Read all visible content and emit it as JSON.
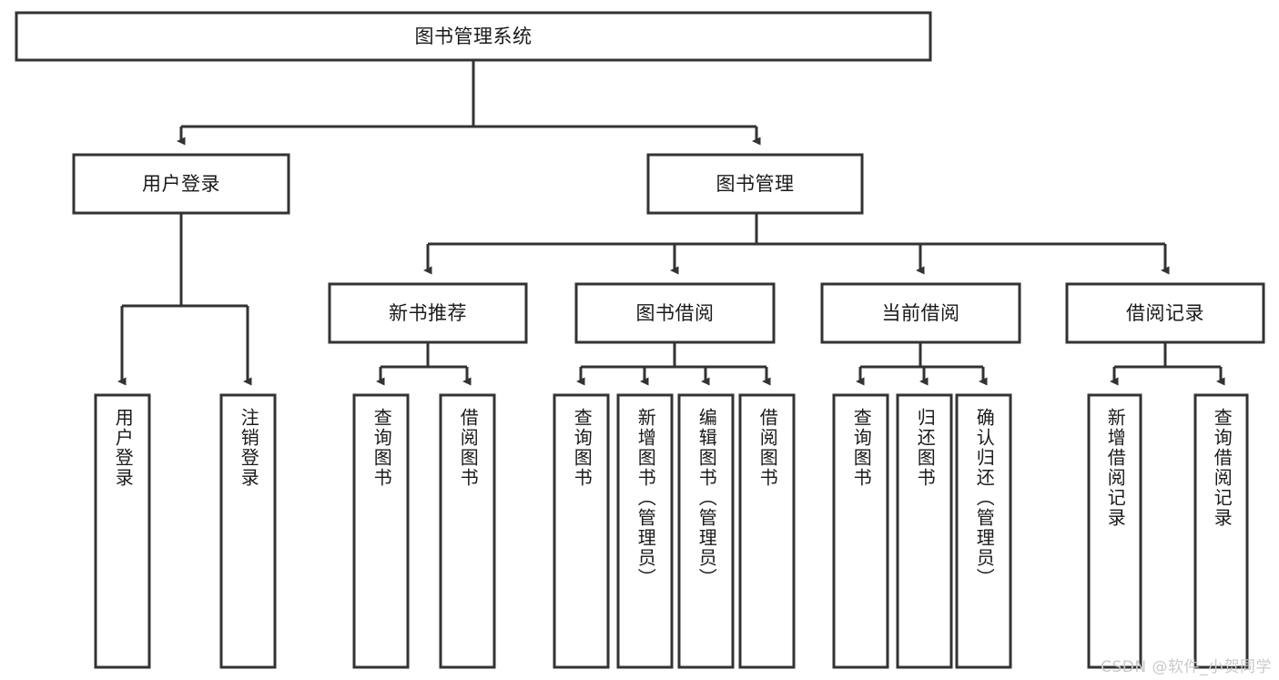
{
  "diagram": {
    "title": "图书管理系统",
    "type": "hierarchy-tree",
    "background_color": "#ffffff",
    "line_color": "#333333",
    "box_fill": "#ffffff",
    "text_color": "#1a1a1a",
    "levels": [
      {
        "level": 1,
        "nodes": [
          {
            "id": "root",
            "label": "图书管理系统",
            "orientation": "horizontal"
          }
        ]
      },
      {
        "level": 2,
        "nodes": [
          {
            "id": "user-login",
            "label": "用户登录",
            "orientation": "horizontal"
          },
          {
            "id": "book-manage",
            "label": "图书管理",
            "orientation": "horizontal"
          }
        ]
      },
      {
        "level": 3,
        "nodes": [
          {
            "id": "new-book-rec",
            "label": "新书推荐",
            "orientation": "horizontal"
          },
          {
            "id": "book-borrow",
            "label": "图书借阅",
            "orientation": "horizontal"
          },
          {
            "id": "current-borrow",
            "label": "当前借阅",
            "orientation": "horizontal"
          },
          {
            "id": "borrow-record",
            "label": "借阅记录",
            "orientation": "horizontal"
          }
        ]
      },
      {
        "level": 4,
        "nodes": [
          {
            "id": "leaf-user-login",
            "label": "用户登录",
            "orientation": "vertical",
            "parent": "user-login"
          },
          {
            "id": "leaf-user-logout",
            "label": "注销登录",
            "orientation": "vertical",
            "parent": "user-login"
          },
          {
            "id": "leaf-query-book-1",
            "label": "查询图书",
            "orientation": "vertical",
            "parent": "new-book-rec"
          },
          {
            "id": "leaf-borrow-book-1",
            "label": "借阅图书",
            "orientation": "vertical",
            "parent": "new-book-rec"
          },
          {
            "id": "leaf-query-book-2",
            "label": "查询图书",
            "orientation": "vertical",
            "parent": "book-borrow"
          },
          {
            "id": "leaf-add-book",
            "label": "新增图书（管理员）",
            "orientation": "vertical",
            "parent": "book-borrow"
          },
          {
            "id": "leaf-edit-book",
            "label": "编辑图书（管理员）",
            "orientation": "vertical",
            "parent": "book-borrow"
          },
          {
            "id": "leaf-borrow-book-2",
            "label": "借阅图书",
            "orientation": "vertical",
            "parent": "book-borrow"
          },
          {
            "id": "leaf-query-book-3",
            "label": "查询图书",
            "orientation": "vertical",
            "parent": "current-borrow"
          },
          {
            "id": "leaf-return-book",
            "label": "归还图书",
            "orientation": "vertical",
            "parent": "current-borrow"
          },
          {
            "id": "leaf-confirm-return",
            "label": "确认归还（管理员）",
            "orientation": "vertical",
            "parent": "current-borrow"
          },
          {
            "id": "leaf-add-record",
            "label": "新增借阅记录",
            "orientation": "vertical",
            "parent": "borrow-record"
          },
          {
            "id": "leaf-query-record",
            "label": "查询借阅记录",
            "orientation": "vertical",
            "parent": "borrow-record"
          }
        ]
      }
    ]
  },
  "watermark": {
    "text": "CSDN @软件_小贺同学"
  }
}
